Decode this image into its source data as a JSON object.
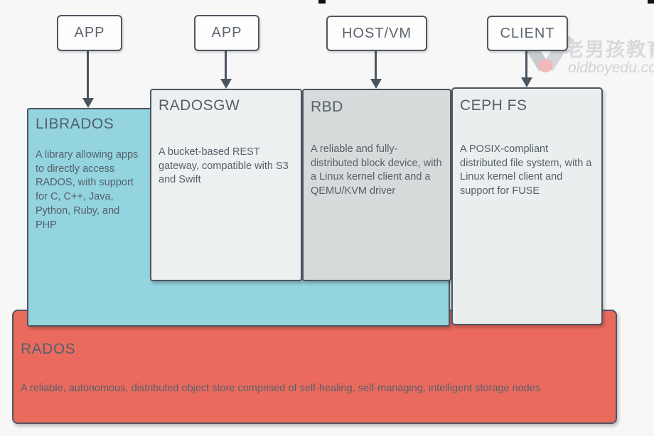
{
  "watermark": {
    "brand": "老男孩教育",
    "domain": "oldboyedu.com",
    "logo": "v-check-with-dot"
  },
  "top_nodes": [
    {
      "label": "APP"
    },
    {
      "label": "APP"
    },
    {
      "label": "HOST/VM"
    },
    {
      "label": "CLIENT"
    }
  ],
  "layers": {
    "librados": {
      "title": "LIBRADOS",
      "body": "A library allowing apps to directly access RADOS, with support for C, C++, Java, Python, Ruby, and PHP",
      "color": "#93d4de"
    },
    "radosgw": {
      "title": "RADOSGW",
      "body": "A bucket-based REST gateway, compatible with S3 and Swift",
      "color": "#edf0f0"
    },
    "rbd": {
      "title": "RBD",
      "body": "A reliable and fully-distributed block device, with a Linux kernel client and a QEMU/KVM driver",
      "color": "#d7dada"
    },
    "cephfs": {
      "title": "CEPH FS",
      "body": "A POSIX-compliant distributed file system, with a Linux kernel client and support for FUSE",
      "color": "#eaeeee"
    },
    "rados": {
      "title": "RADOS",
      "body": "A reliable, autonomous, distributed object store comprised of self-healing, self-managing, intelligent storage nodes",
      "color": "#ea6b5e"
    }
  },
  "colors": {
    "border": "#4d5761",
    "arrow": "#4b5560",
    "text": "#55606c",
    "background": "#f7f7f8",
    "node_fill": "#fdfdfd",
    "watermark_gray": "#d9d9dc",
    "watermark_pink": "#f3b8bb"
  }
}
